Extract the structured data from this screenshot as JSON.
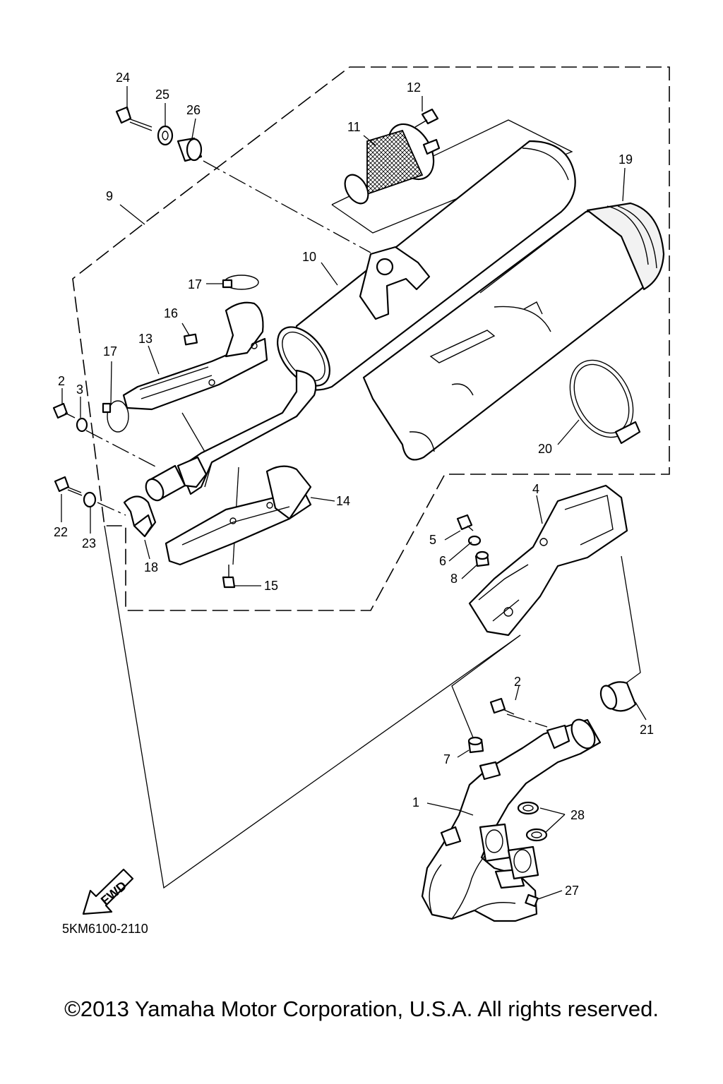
{
  "diagram": {
    "part_number_code": "5KM6100-2110",
    "fwd_label": "FWD",
    "copyright": "©2013 Yamaha Motor Corporation, U.S.A. All rights reserved.",
    "callouts": [
      "1",
      "2",
      "2",
      "3",
      "4",
      "5",
      "6",
      "7",
      "8",
      "9",
      "10",
      "11",
      "12",
      "13",
      "14",
      "15",
      "16",
      "17",
      "17",
      "18",
      "19",
      "20",
      "21",
      "22",
      "23",
      "24",
      "25",
      "26",
      "27",
      "28"
    ]
  }
}
